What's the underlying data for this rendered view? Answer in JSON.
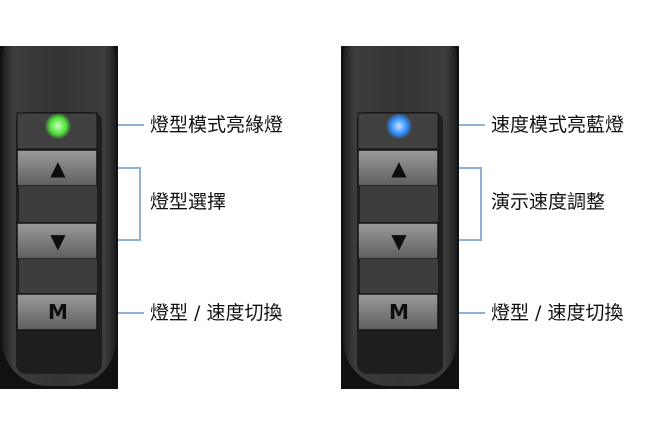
{
  "colors": {
    "connector": "#8fb0d4",
    "led_green": "#4ee03a",
    "led_blue": "#2e8cff",
    "body_dark": "#2b2b2b"
  },
  "remotes": [
    {
      "led_color": "green",
      "buttons": {
        "up": "▲",
        "down": "▼",
        "mode": "M"
      },
      "labels": {
        "led": "燈型模式亮綠燈",
        "arrows": "燈型選擇",
        "mode": "燈型 / 速度切換"
      }
    },
    {
      "led_color": "blue",
      "buttons": {
        "up": "▲",
        "down": "▼",
        "mode": "M"
      },
      "labels": {
        "led": "速度模式亮藍燈",
        "arrows": "演示速度調整",
        "mode": "燈型 / 速度切換"
      }
    }
  ]
}
